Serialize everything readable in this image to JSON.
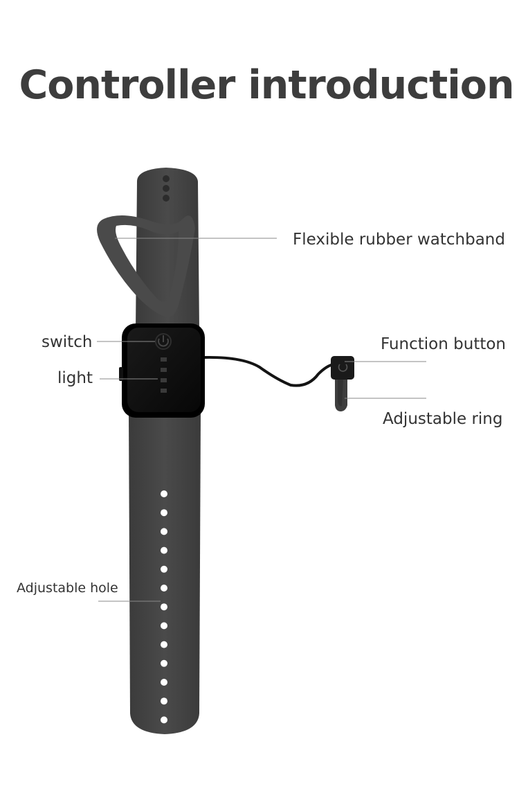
{
  "title": "Controller introduction",
  "labels": {
    "watchband": "Flexible rubber watchband",
    "switch": "switch",
    "light": "light",
    "function_button": "Function button",
    "adjustable_ring": "Adjustable ring",
    "adjustable_hole": "Adjustable hole"
  },
  "colors": {
    "band": "#444444",
    "band_shadow": "#3a3a3a",
    "module": "#111111",
    "hole": "#ffffff",
    "leader_line": "#8a8a8a",
    "text": "#333333"
  },
  "strap_hole_count": 13,
  "indicator_light_count": 4
}
